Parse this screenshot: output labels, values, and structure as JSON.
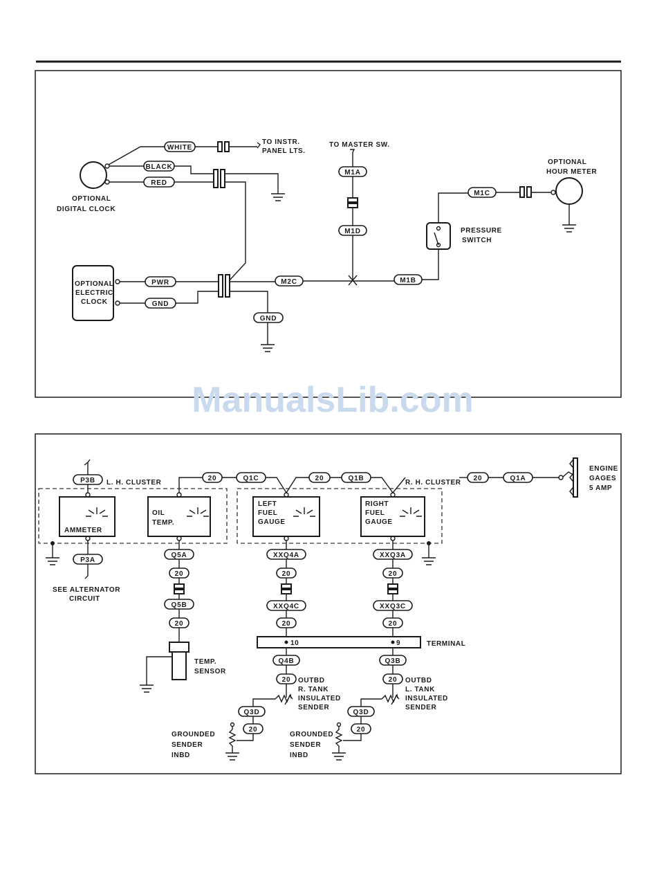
{
  "watermark": "ManualsLib.com",
  "top_diagram": {
    "labels": {
      "to_instr": "TO INSTR.",
      "panel_lts": "PANEL LTS.",
      "optional_clock_1": "OPTIONAL",
      "optional_clock_2": "DIGITAL CLOCK",
      "electric_clock_1": "OPTIONAL",
      "electric_clock_2": "ELECTRIC",
      "electric_clock_3": "CLOCK",
      "to_master": "TO MASTER SW.",
      "hour_meter_1": "OPTIONAL",
      "hour_meter_2": "HOUR METER",
      "pressure_1": "PRESSURE",
      "pressure_2": "SWITCH"
    },
    "wires": {
      "white": "WHITE",
      "black": "BLACK",
      "red": "RED",
      "pwr": "PWR",
      "gnd_a": "GND",
      "gnd_b": "GND",
      "m2c": "M2C",
      "m1a": "M1A",
      "m1d": "M1D",
      "m1b": "M1B",
      "m1c": "M1C"
    }
  },
  "bottom_diagram": {
    "labels": {
      "lh_cluster": "L. H. CLUSTER",
      "rh_cluster": "R. H. CLUSTER",
      "ammeter": "AMMETER",
      "oil_1": "OIL",
      "oil_2": "TEMP.",
      "left_1": "LEFT",
      "left_2": "FUEL",
      "left_3": "GAUGE",
      "right_1": "RIGHT",
      "right_2": "FUEL",
      "right_3": "GAUGE",
      "engine_1": "ENGINE",
      "engine_2": "GAGES",
      "engine_3": "5 AMP",
      "see_alt_1": "SEE ALTERNATOR",
      "see_alt_2": "CIRCUIT",
      "temp_sensor_1": "TEMP.",
      "temp_sensor_2": "SENSOR",
      "terminal": "TERMINAL",
      "term_10": "10",
      "term_9": "9",
      "outbd_r_1": "OUTBD",
      "outbd_r_2": "R. TANK",
      "outbd_r_3": "INSULATED",
      "outbd_r_4": "SENDER",
      "outbd_l_1": "OUTBD",
      "outbd_l_2": "L. TANK",
      "outbd_l_3": "INSULATED",
      "outbd_l_4": "SENDER",
      "grounded_l_1": "GROUNDED",
      "grounded_l_2": "SENDER",
      "grounded_l_3": "INBD",
      "grounded_r_1": "GROUNDED",
      "grounded_r_2": "SENDER",
      "grounded_r_3": "INBD"
    },
    "wires": {
      "p3b": "P3B",
      "p3a": "P3A",
      "w20_a": "20",
      "q1c": "Q1C",
      "w20_b": "20",
      "q1b": "Q1B",
      "w20_c": "20",
      "q1a": "Q1A",
      "q5a": "Q5A",
      "w20_q5a": "20",
      "q5b": "Q5B",
      "w20_q5b": "20",
      "xxq4a": "XXQ4A",
      "w20_4a": "20",
      "xxq4c": "XXQ4C",
      "w20_4c": "20",
      "q4b": "Q4B",
      "w20_4b": "20",
      "q3d_l": "Q3D",
      "w20_3dl": "20",
      "xxq3a": "XXQ3A",
      "w20_3a": "20",
      "xxq3c": "XXQ3C",
      "w20_3c": "20",
      "q3b": "Q3B",
      "w20_3b": "20",
      "q3d_r": "Q3D",
      "w20_3dr": "20"
    }
  }
}
